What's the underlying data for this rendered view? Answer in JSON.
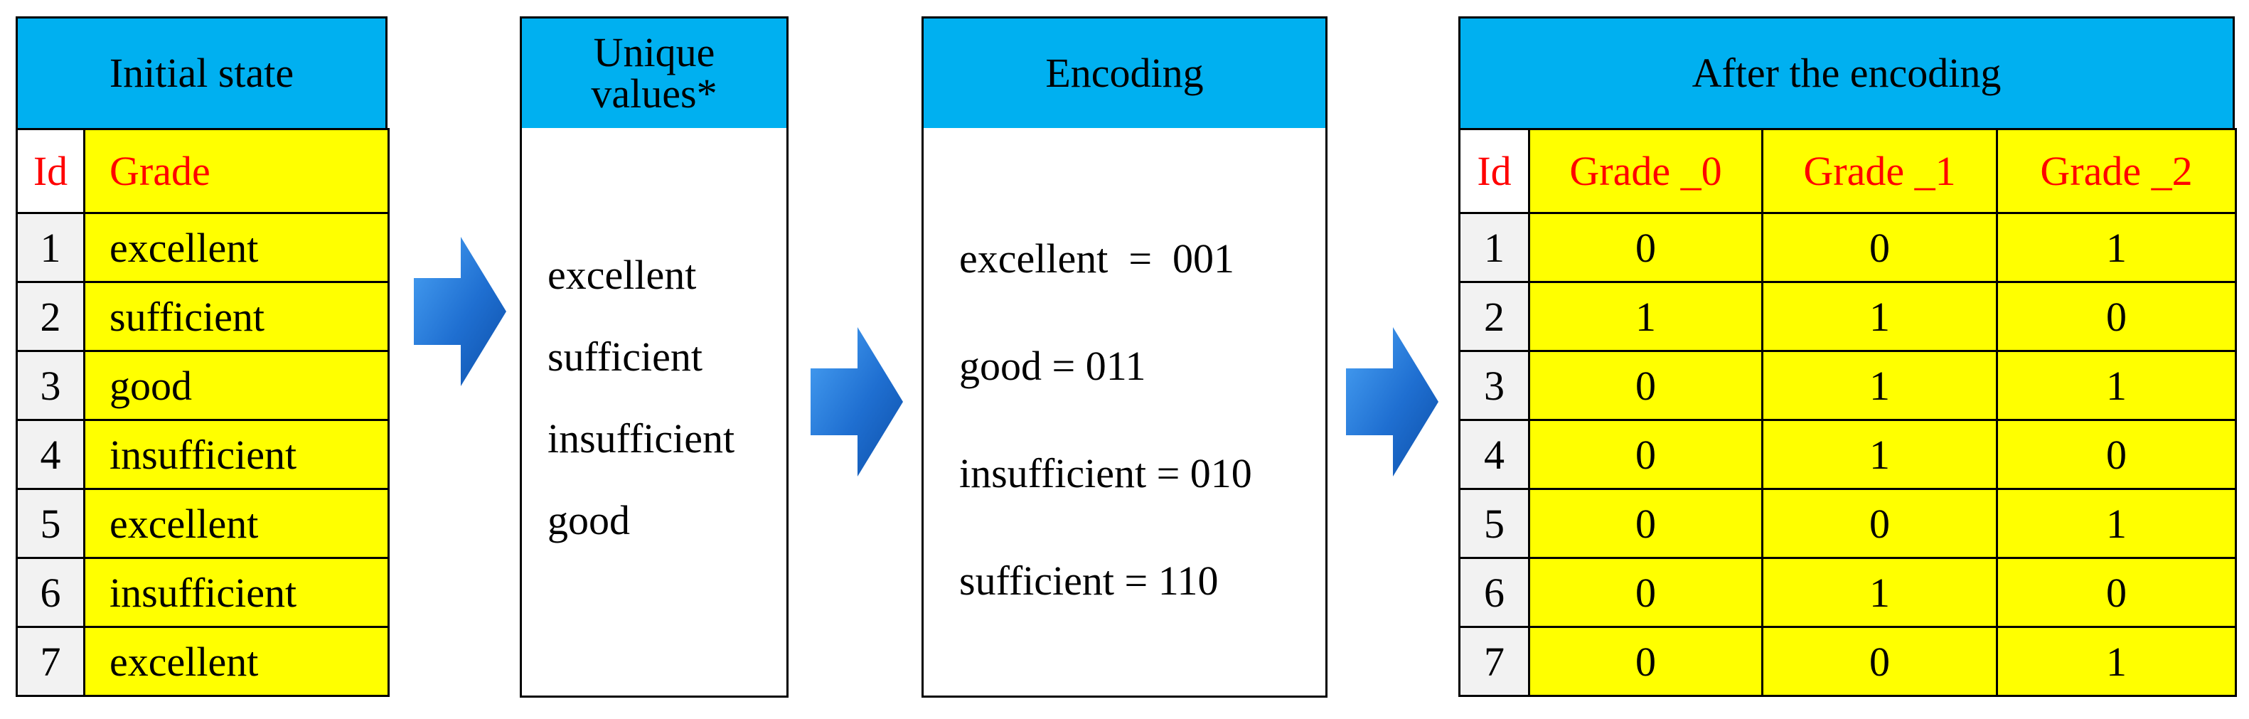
{
  "initial": {
    "title": "Initial state",
    "headers": [
      "Id",
      "Grade"
    ],
    "rows": [
      [
        "1",
        "excellent"
      ],
      [
        "2",
        "sufficient"
      ],
      [
        "3",
        "good"
      ],
      [
        "4",
        "insufficient"
      ],
      [
        "5",
        "excellent"
      ],
      [
        "6",
        "insufficient"
      ],
      [
        "7",
        "excellent"
      ]
    ]
  },
  "unique": {
    "title_line1": "Unique",
    "title_line2": "values*",
    "items": [
      "excellent",
      "sufficient",
      "insufficient",
      "good"
    ]
  },
  "encoding": {
    "title": "Encoding",
    "items": [
      "excellent  =  001",
      "good = 011",
      "insufficient = 010",
      "sufficient = 110"
    ]
  },
  "after": {
    "title": "After the encoding",
    "headers": [
      "Id",
      "Grade _0",
      "Grade _1",
      "Grade _2"
    ],
    "rows": [
      [
        "1",
        "0",
        "0",
        "1"
      ],
      [
        "2",
        "1",
        "1",
        "0"
      ],
      [
        "3",
        "0",
        "1",
        "1"
      ],
      [
        "4",
        "0",
        "1",
        "0"
      ],
      [
        "5",
        "0",
        "0",
        "1"
      ],
      [
        "6",
        "0",
        "1",
        "0"
      ],
      [
        "7",
        "0",
        "0",
        "1"
      ]
    ]
  },
  "colors": {
    "header_blue": "#00b0f0",
    "cell_yellow": "#ffff00",
    "header_text_red": "#ff0000",
    "id_gray": "#f2f2f2",
    "arrow_blue": "#1f6fd1"
  },
  "icons": [
    "arrow-right-icon",
    "arrow-right-icon",
    "arrow-right-icon"
  ]
}
